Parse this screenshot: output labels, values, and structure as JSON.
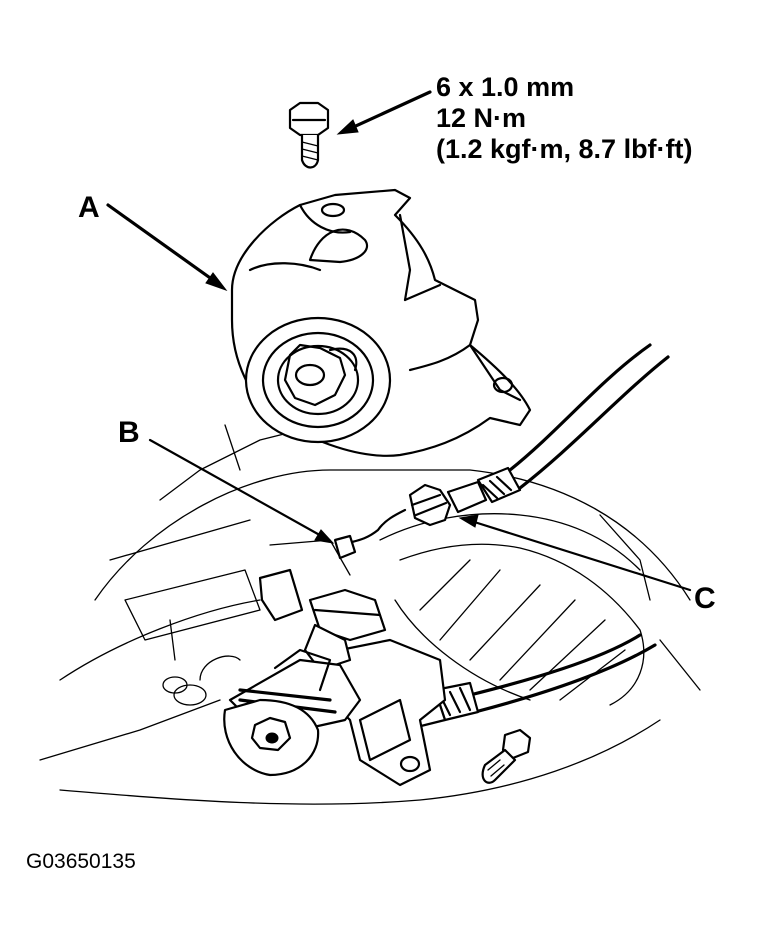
{
  "spec": {
    "line1": "6 x 1.0 mm",
    "line2": "12 N·m",
    "line3": "(1.2 kgf·m, 8.7 lbf·ft)"
  },
  "callouts": {
    "a": "A",
    "b": "B",
    "c": "C"
  },
  "figure_id": "G03650135"
}
